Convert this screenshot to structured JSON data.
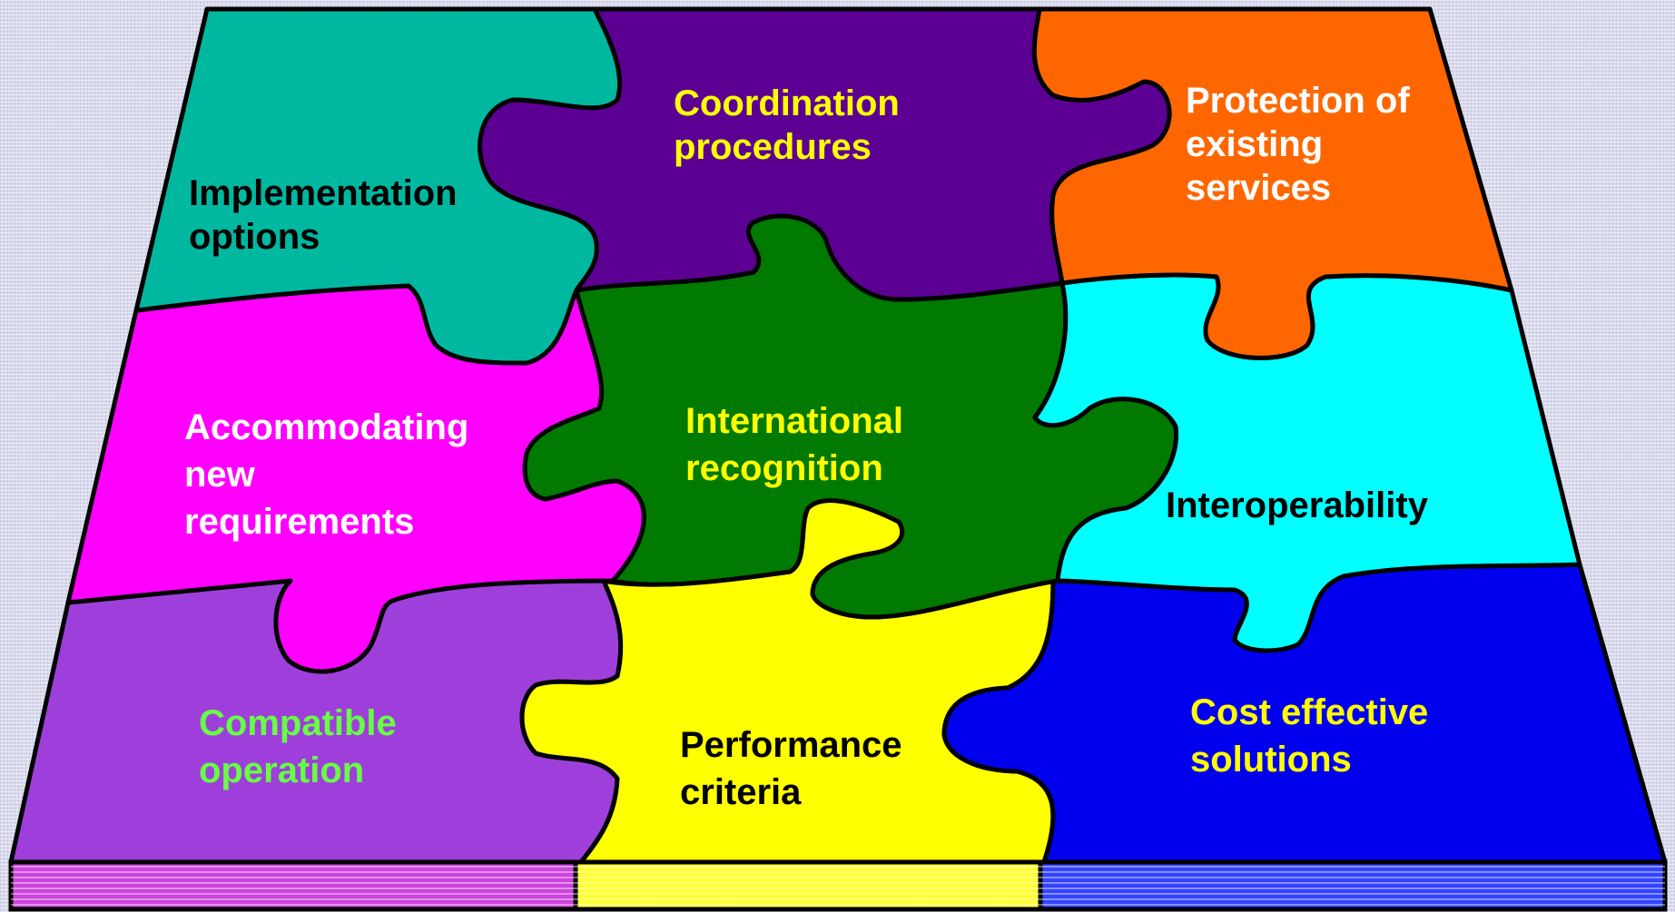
{
  "pieces": [
    {
      "id": "implementation",
      "lines": [
        "Implementation",
        "options"
      ],
      "fill": "#00b8a0",
      "text_color": "#000000"
    },
    {
      "id": "coordination",
      "lines": [
        "Coordination",
        "procedures"
      ],
      "fill": "#5c0094",
      "text_color": "#ffff00"
    },
    {
      "id": "protection",
      "lines": [
        "Protection of",
        "existing",
        "services"
      ],
      "fill": "#ff6600",
      "text_color": "#ffffff"
    },
    {
      "id": "accommodating",
      "lines": [
        "Accommodating",
        "new",
        "requirements"
      ],
      "fill": "#ff00ff",
      "text_color": "#ffffff"
    },
    {
      "id": "international",
      "lines": [
        "International",
        "recognition"
      ],
      "fill": "#007a00",
      "text_color": "#ffff00"
    },
    {
      "id": "interoperability",
      "lines": [
        "Interoperability"
      ],
      "fill": "#00ffff",
      "text_color": "#000000"
    },
    {
      "id": "compatible",
      "lines": [
        "Compatible",
        "operation"
      ],
      "fill": "#9e3fdb",
      "text_color": "#66ff44"
    },
    {
      "id": "performance",
      "lines": [
        "Performance",
        "criteria"
      ],
      "fill": "#ffff00",
      "text_color": "#000000"
    },
    {
      "id": "cost",
      "lines": [
        "Cost effective",
        "solutions"
      ],
      "fill": "#0000ee",
      "text_color": "#ffff00"
    }
  ],
  "base": {
    "left_fill": "#cc44dd",
    "middle_fill": "#ffff33",
    "right_fill": "#3344ff",
    "outline": "#000000"
  }
}
